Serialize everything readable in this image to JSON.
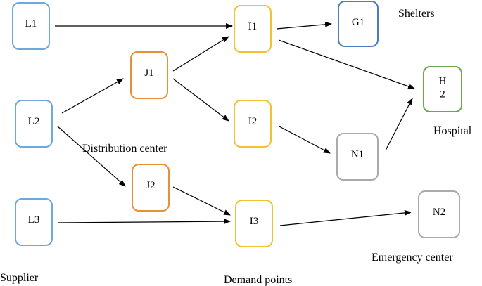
{
  "nodes": [
    {
      "id": "L1",
      "label": "L1",
      "color": "#6fa8dc"
    },
    {
      "id": "L2",
      "label": "L2",
      "color": "#6fa8dc"
    },
    {
      "id": "L3",
      "label": "L3",
      "color": "#6fa8dc"
    },
    {
      "id": "J1",
      "label": "J1",
      "color": "#e69138"
    },
    {
      "id": "J2",
      "label": "J2",
      "color": "#e69138"
    },
    {
      "id": "I1",
      "label": "I1",
      "color": "#f1c232"
    },
    {
      "id": "I2",
      "label": "I2",
      "color": "#f1c232"
    },
    {
      "id": "I3",
      "label": "I3",
      "color": "#f1c232"
    },
    {
      "id": "G1",
      "label": "G1",
      "color": "#4a7ebb"
    },
    {
      "id": "H2",
      "label": "H\n2",
      "color": "#6aa84f"
    },
    {
      "id": "N1",
      "label": "N1",
      "color": "#aaaaaa"
    },
    {
      "id": "N2",
      "label": "N2",
      "color": "#aaaaaa"
    }
  ],
  "edges": [
    {
      "from": "L1",
      "to": "I1"
    },
    {
      "from": "L2",
      "to": "J1"
    },
    {
      "from": "L2",
      "to": "J2"
    },
    {
      "from": "J1",
      "to": "I1"
    },
    {
      "from": "J1",
      "to": "I2"
    },
    {
      "from": "J2",
      "to": "I3"
    },
    {
      "from": "L3",
      "to": "I3"
    },
    {
      "from": "I1",
      "to": "G1"
    },
    {
      "from": "I1",
      "to": "H2"
    },
    {
      "from": "I2",
      "to": "N1"
    },
    {
      "from": "N1",
      "to": "H2"
    },
    {
      "from": "I3",
      "to": "N2"
    }
  ],
  "labels": {
    "shelters": "Shelters",
    "hospital": "Hospital",
    "distribution_center": "Distribution center",
    "emergency_center": "Emergency center",
    "supplier": "Supplier",
    "demand_points": "Demand points"
  }
}
